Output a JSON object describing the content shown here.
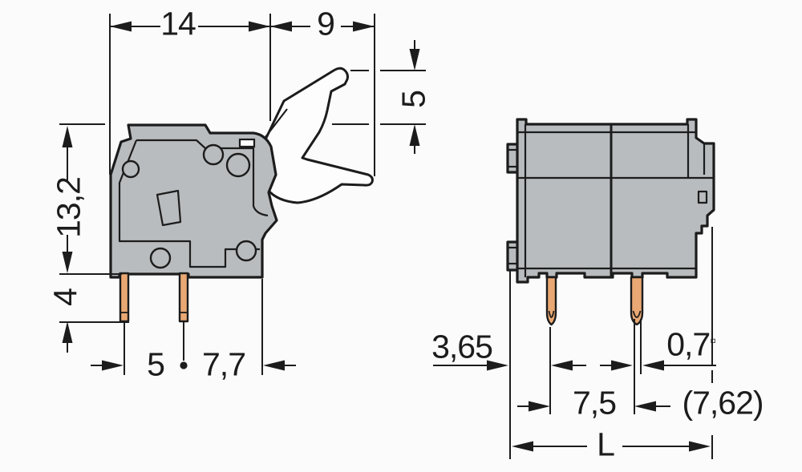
{
  "drawing": {
    "kind": "technical dimensional drawing",
    "views": {
      "side_view": "terminal block side profile with push lever and two solder pins",
      "front_view": "terminal block front elevation with two solder pins"
    }
  },
  "dimensions": {
    "top_width": "14",
    "lever_reach": "9",
    "lever_height": "5",
    "body_height": "13,2",
    "pin_length": "4",
    "pin_spacing": "5",
    "pin_to_edge": "7,7",
    "edge_to_pin": "3,65",
    "pin_cross_section": "0,7",
    "pin_cross_section_symbol": "▫",
    "pitch": "7,5",
    "pitch_alt": "(7,62)",
    "total_length": "L"
  },
  "colors": {
    "background": "#fbfbfb",
    "body_fill": "#b9bcbe",
    "lever_fill": "#fdfdfd",
    "pin_fill": "#e9a873",
    "line": "#1c1c1c"
  }
}
